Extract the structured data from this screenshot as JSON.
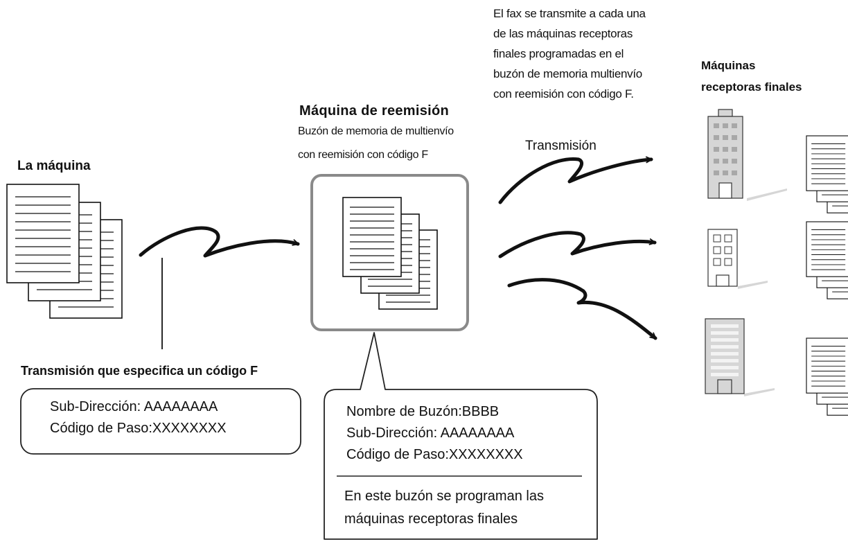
{
  "source_machine": {
    "label": "La máquina"
  },
  "relay_machine": {
    "title": "Máquina de reemisión",
    "subtitle_line1": "Buzón de memoria de multienvío",
    "subtitle_line2": "con reemisión con código F"
  },
  "final_machines": {
    "label_line1": "Máquinas",
    "label_line2": "receptoras finales"
  },
  "transmission_label": "Transmisión",
  "note": {
    "line1": "El fax se transmite a cada una",
    "line2": "de las máquinas receptoras",
    "line3": "finales programadas en el",
    "line4": "buzón de memoria multienvío",
    "line5": "con reemisión con código F."
  },
  "fcode_transmission": {
    "title": "Transmisión que especifica un código F",
    "line1": "Sub-Dirección:   AAAAAAAA",
    "line2": "Código de Paso:XXXXXXXX"
  },
  "relay_box_info": {
    "line1": "Nombre de Buzón:BBBB",
    "line2": "Sub-Dirección:   AAAAAAAA",
    "line3": "Código de Paso:XXXXXXXX",
    "line4": "En este buzón se programan las",
    "line5": "máquinas receptoras finales"
  },
  "colors": {
    "relay_box_border": "#8a8a8a",
    "building_fill": "#d6d6d6",
    "building_window": "#a8a8a8"
  }
}
